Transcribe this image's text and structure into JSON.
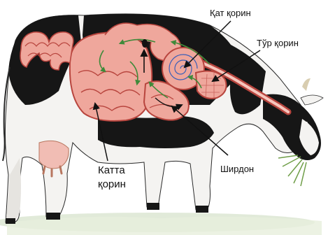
{
  "labels": {
    "kat_korin": "Қат қорин",
    "tur_korin": "Тўр қорин",
    "shirdon": "Ширдон",
    "katta_line1": "Катта",
    "katta_line2": "қорин"
  },
  "colors": {
    "cow_black": "#161616",
    "cow_white": "#f4f3f1",
    "stomach_fill": "#efa79c",
    "stomach_stroke": "#b8453e",
    "arrow_green": "#3f8a3a",
    "pointer": "#111111",
    "grass": "#7faa5c"
  },
  "icons": {
    "flow_arrows": "green-arrow-icon"
  }
}
